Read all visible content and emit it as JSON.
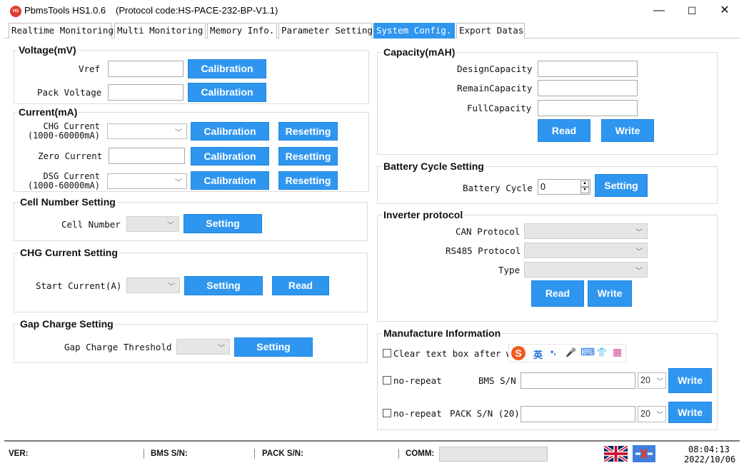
{
  "window": {
    "app_title": "PbmsTools HS1.0.6",
    "protocol_title": "(Protocol code:HS-PACE-232-BP-V1.1)",
    "minimize": "—",
    "maximize": "☐",
    "close": "✕",
    "logo_text": "HS"
  },
  "tabs": [
    {
      "label": "Realtime Monitoring",
      "active": false
    },
    {
      "label": "Multi Monitoring",
      "active": false
    },
    {
      "label": "Memory Info.",
      "active": false
    },
    {
      "label": "Parameter Setting",
      "active": false
    },
    {
      "label": "System Config.",
      "active": true
    },
    {
      "label": "Export Datas",
      "active": false
    }
  ],
  "voltage": {
    "title": "Voltage(mV)",
    "vref_label": "Vref",
    "vref_value": "",
    "vref_button": "Calibration",
    "pack_label": "Pack Voltage",
    "pack_value": "",
    "pack_button": "Calibration"
  },
  "current": {
    "title": "Current(mA)",
    "chg_label_1": "CHG Current",
    "chg_label_2": "(1000-60000mA)",
    "chg_cal": "Calibration",
    "chg_reset": "Resetting",
    "zero_label": "Zero Current",
    "zero_cal": "Calibration",
    "zero_reset": "Resetting",
    "dsg_label_1": "DSG Current",
    "dsg_label_2": "(1000-60000mA)",
    "dsg_cal": "Calibration",
    "dsg_reset": "Resetting"
  },
  "cell_number": {
    "title": "Cell Number Setting",
    "label": "Cell Number",
    "button": "Setting"
  },
  "chg_current_setting": {
    "title": "CHG Current Setting",
    "label": "Start Current(A)",
    "setting": "Setting",
    "read": "Read"
  },
  "gap_charge": {
    "title": "Gap Charge Setting",
    "label": "Gap Charge Threshold",
    "button": "Setting"
  },
  "capacity": {
    "title": "Capacity(mAH)",
    "design_label": "DesignCapacity",
    "remain_label": "RemainCapacity",
    "full_label": "FullCapacity",
    "read": "Read",
    "write": "Write"
  },
  "battery_cycle": {
    "title": "Battery Cycle Setting",
    "label": "Battery Cycle",
    "value": "0",
    "button": "Setting"
  },
  "inverter": {
    "title": "Inverter protocol",
    "can_label": "CAN Protocol",
    "rs485_label": "RS485 Protocol",
    "type_label": "Type",
    "read": "Read",
    "write": "Write"
  },
  "manufacture": {
    "title": "Manufacture Information",
    "clear_label": "Clear text box after wr",
    "norepeat_1": "no-repeat",
    "bms_sn_label": "BMS S/N",
    "bms_len": "20",
    "bms_write": "Write",
    "norepeat_2": "no-repeat",
    "pack_sn_label": "PACK S/N (20)",
    "pack_len": "20",
    "pack_write": "Write"
  },
  "ime": {
    "logo": "S",
    "lang": "英",
    "punct": "•,",
    "mic": "🎤",
    "keyboard": "⌨",
    "skin": "👕",
    "apps": "▦"
  },
  "status": {
    "ver": "VER:",
    "bms_sn": "BMS S/N:",
    "pack_sn": "PACK S/N:",
    "comm": "COMM:",
    "time": "08:04:13",
    "date": "2022/10/06"
  },
  "colors": {
    "accent": "#2f96f0",
    "title_red": "#e33a2e"
  }
}
